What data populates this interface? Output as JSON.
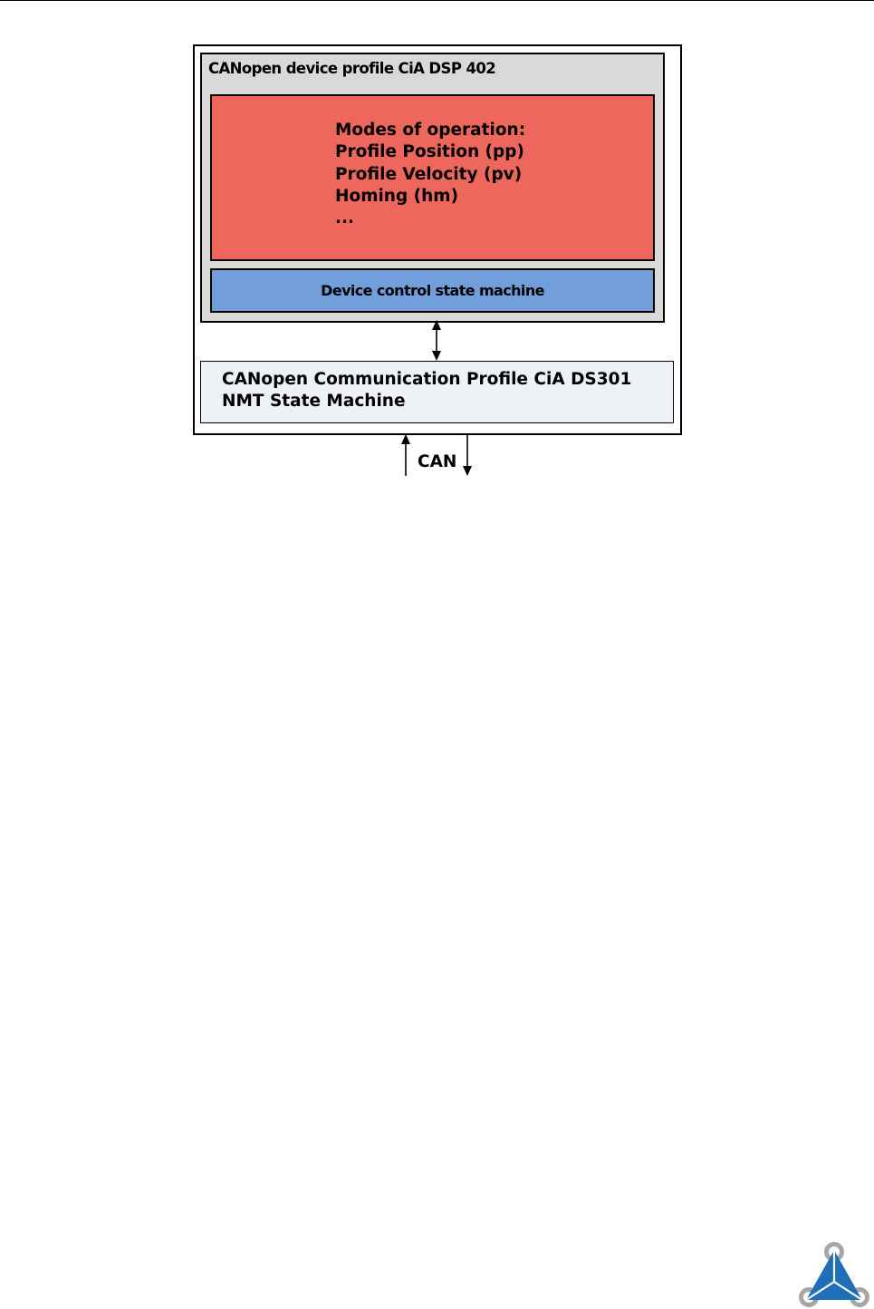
{
  "profile_box": {
    "title": "CANopen device profile CiA DSP 402"
  },
  "modes_box": {
    "lines": [
      "Modes of operation:",
      "Profile Position (pp)",
      "Profile Velocity (pv)",
      "Homing (hm)",
      "..."
    ]
  },
  "control_box": {
    "label": "Device control state machine"
  },
  "comm_box": {
    "lines": [
      "CANopen Communication Profile CiA DS301",
      "NMT State Machine"
    ]
  },
  "bus": {
    "label": "CAN"
  },
  "colors": {
    "profile_fill": "#d9d9d9",
    "modes_fill": "#ed675d",
    "control_fill": "#729fdb",
    "comm_fill": "#eef1f6",
    "logo_blue": "#1f6fb8",
    "logo_gray": "#a6a6a6"
  },
  "icons": {
    "logo": "trinamic-triangle-logo-icon"
  }
}
